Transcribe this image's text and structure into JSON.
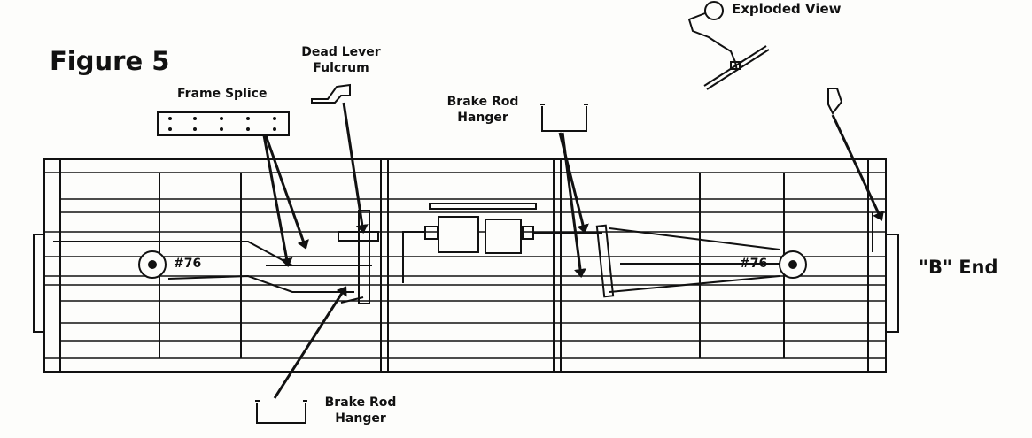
{
  "figure_title": "Figure 5",
  "labels": {
    "exploded_view": "Exploded View",
    "dead_lever_fulcrum_line1": "Dead Lever",
    "dead_lever_fulcrum_line2": "Fulcrum",
    "frame_splice": "Frame Splice",
    "brake_rod_hanger_top_line1": "Brake Rod",
    "brake_rod_hanger_top_line2": "Hanger",
    "brake_rod_hanger_bottom_line1": "Brake Rod",
    "brake_rod_hanger_bottom_line2": "Hanger",
    "truck_left": "#76",
    "truck_right": "#76",
    "b_end": "\"B\" End"
  },
  "colors": {
    "ink": "#111111",
    "paper": "#fdfdfb"
  }
}
